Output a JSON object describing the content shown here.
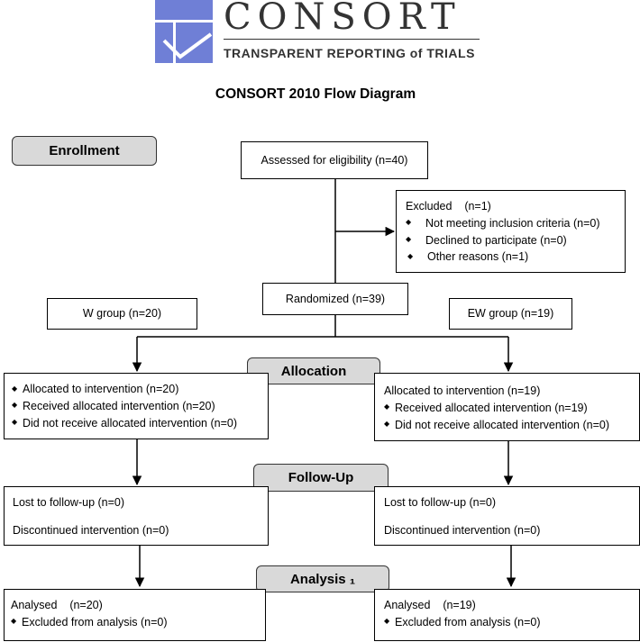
{
  "logo": {
    "title": "CONSORT",
    "subtitle": "TRANSPARENT REPORTING of TRIALS",
    "mark_color": "#6f7fd6"
  },
  "diagram_title": "CONSORT 2010 Flow Diagram",
  "stages": {
    "enrollment": "Enrollment",
    "allocation": "Allocation",
    "followup": "Follow-Up",
    "analysis": "Analysis ₁"
  },
  "assessed": "Assessed for eligibility (n=40)",
  "excluded": {
    "title": "Excluded    (n=1)",
    "reasons": [
      "Not meeting inclusion criteria (n=0)",
      "Declined to participate (n=0)",
      "Other reasons (n=1)"
    ]
  },
  "randomized": "Randomized (n=39)",
  "groups": {
    "left": "W group (n=20)",
    "right": "EW group (n=19)"
  },
  "allocation": {
    "left": {
      "title": "Allocated to intervention (n=20)",
      "items": [
        "Received allocated intervention (n=20)",
        "Did not receive allocated intervention (n=0)"
      ]
    },
    "right": {
      "title": "Allocated to intervention (n=19)",
      "items": [
        "Received allocated intervention (n=19)",
        "Did not receive allocated intervention (n=0)"
      ]
    }
  },
  "followup": {
    "left": {
      "lost": "Lost to follow-up (n=0)",
      "discontinued": "Discontinued intervention (n=0)"
    },
    "right": {
      "lost": "Lost to follow-up (n=0)",
      "discontinued": "Discontinued intervention (n=0)"
    }
  },
  "analysis": {
    "left": {
      "title": "Analysed    (n=20)",
      "items": [
        "Excluded from analysis (n=0)"
      ]
    },
    "right": {
      "title": "Analysed    (n=19)",
      "items": [
        "Excluded from analysis (n=0)"
      ]
    }
  }
}
